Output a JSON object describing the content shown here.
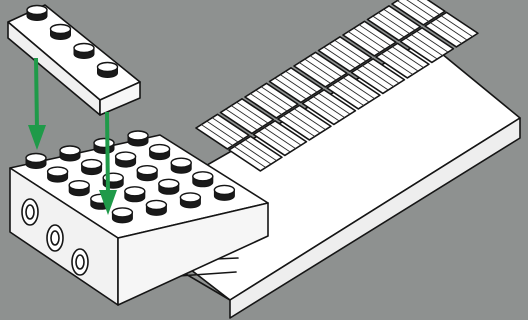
{
  "scene": {
    "background": "#8e9190",
    "brick_color": "#ffffff",
    "outline_color": "#151515",
    "arrow_color": "#1f9a49",
    "loose_plate": {
      "studs": 4,
      "rows": 1
    },
    "base_brick_top_studs": {
      "rows": 4,
      "columns": 5
    },
    "base_side_holes": 3,
    "tile_rows": 2,
    "tiles_per_row": 9,
    "arrows": [
      "placement-arrow-left",
      "placement-arrow-right"
    ]
  }
}
